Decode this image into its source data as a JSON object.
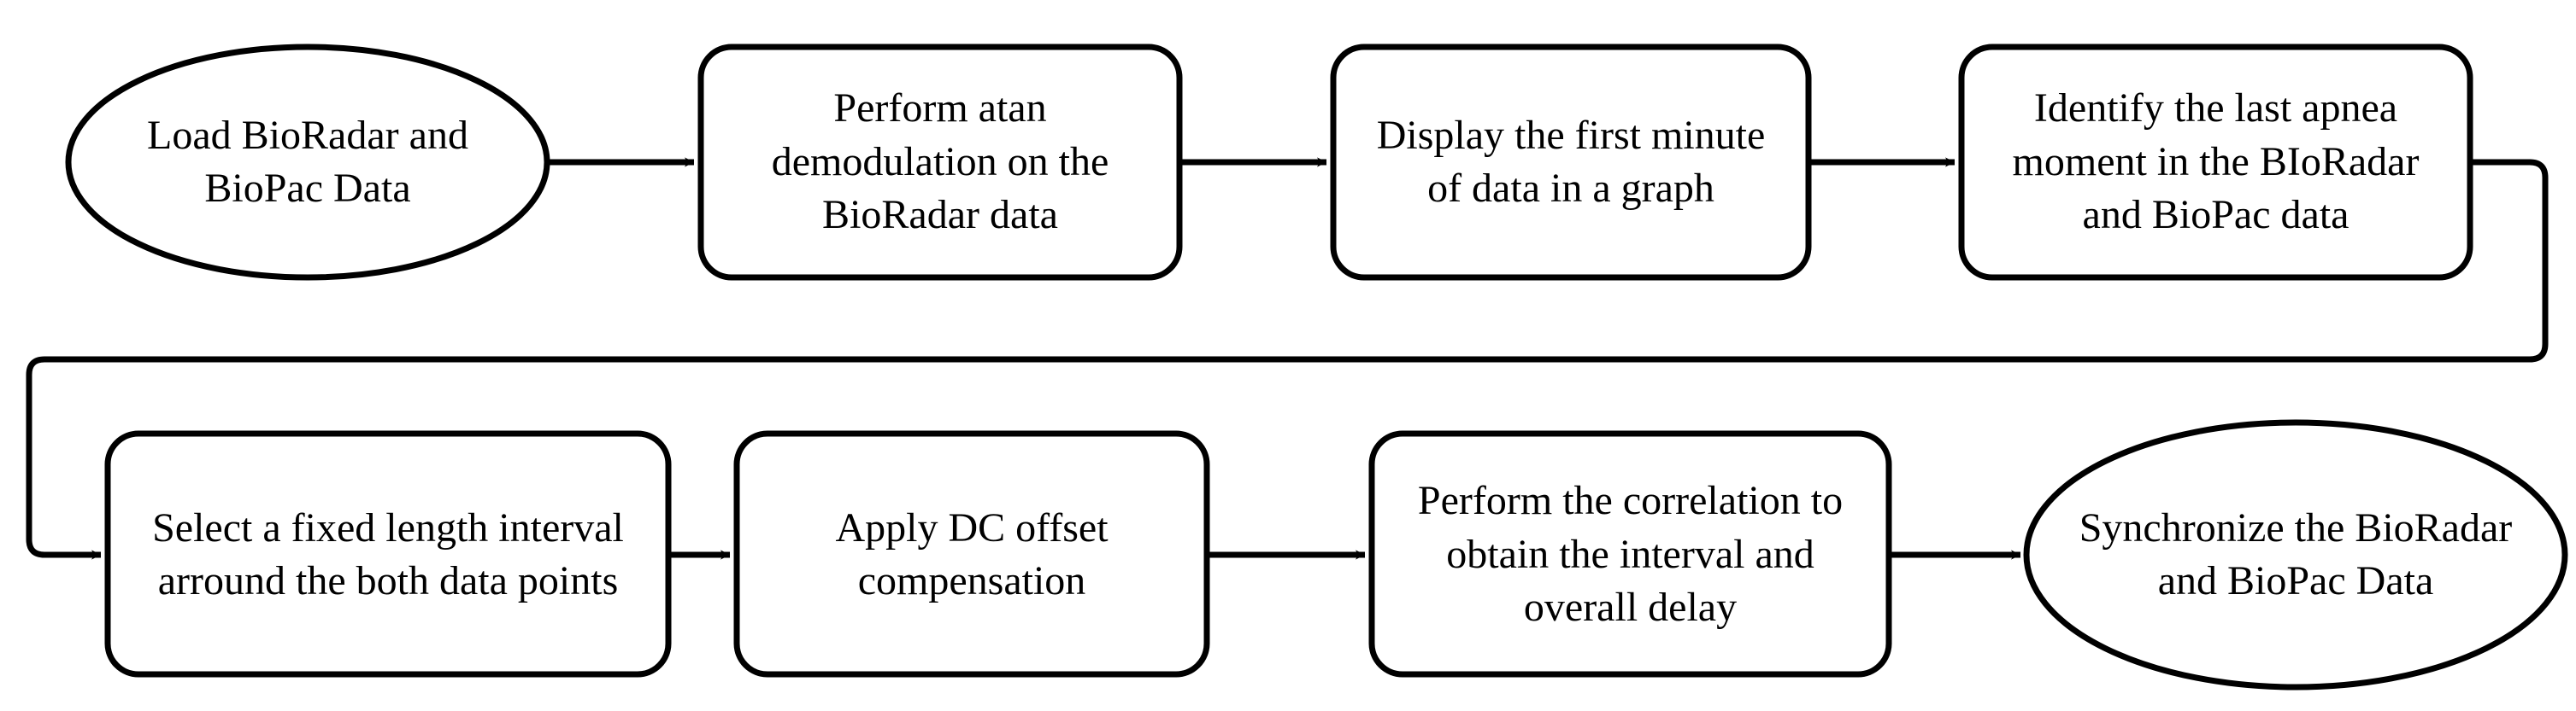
{
  "diagram": {
    "title": "BioRadar and BioPac synchronization flowchart",
    "type": "flowchart",
    "orientation": "left-to-right, two rows with wrap connector",
    "background_color": "#ffffff",
    "stroke_color": "#000000",
    "text_color": "#000000",
    "nodes": [
      {
        "id": "n1",
        "shape": "ellipse",
        "row": 1,
        "order": 1,
        "label": "Load BioRadar and\nBioPac Data",
        "line1": "Load BioRadar and",
        "line2": "BioPac Data"
      },
      {
        "id": "n2",
        "shape": "rounded-rect",
        "row": 1,
        "order": 2,
        "label": "Perform atan\ndemodulation on the\nBioRadar data",
        "line1": "Perform atan",
        "line2": "demodulation on the",
        "line3": "BioRadar data"
      },
      {
        "id": "n3",
        "shape": "rounded-rect",
        "row": 1,
        "order": 3,
        "label": "Display the first minute\nof data in a graph",
        "line1": "Display the first minute",
        "line2": "of data in a graph"
      },
      {
        "id": "n4",
        "shape": "rounded-rect",
        "row": 1,
        "order": 4,
        "label": "Identify the last apnea\nmoment in the BIoRadar\nand BioPac data",
        "line1": "Identify the last apnea",
        "line2": "moment in the BIoRadar",
        "line3": "and BioPac data"
      },
      {
        "id": "n5",
        "shape": "rounded-rect",
        "row": 2,
        "order": 1,
        "label": "Select a fixed length interval\narround the both data points",
        "line1": "Select a fixed length interval",
        "line2": "arround the both data points"
      },
      {
        "id": "n6",
        "shape": "rounded-rect",
        "row": 2,
        "order": 2,
        "label": "Apply DC offset\ncompensation",
        "line1": "Apply DC offset",
        "line2": "compensation"
      },
      {
        "id": "n7",
        "shape": "rounded-rect",
        "row": 2,
        "order": 3,
        "label": "Perform the correlation to\nobtain the interval and\noverall delay",
        "line1": "Perform the correlation to",
        "line2": "obtain the interval and",
        "line3": "overall delay"
      },
      {
        "id": "n8",
        "shape": "ellipse",
        "row": 2,
        "order": 4,
        "label": "Synchronize the BioRadar\nand BioPac Data",
        "line1": "Synchronize the BioRadar",
        "line2": "and BioPac Data"
      }
    ],
    "edges": [
      {
        "id": "e1",
        "from": "n1",
        "to": "n2",
        "style": "straight-arrow"
      },
      {
        "id": "e2",
        "from": "n2",
        "to": "n3",
        "style": "straight-arrow"
      },
      {
        "id": "e3",
        "from": "n3",
        "to": "n4",
        "style": "straight-arrow"
      },
      {
        "id": "e4",
        "from": "n4",
        "to": "n5",
        "style": "wrap-around-arrow"
      },
      {
        "id": "e5",
        "from": "n5",
        "to": "n6",
        "style": "straight-arrow"
      },
      {
        "id": "e6",
        "from": "n6",
        "to": "n7",
        "style": "straight-arrow"
      },
      {
        "id": "e7",
        "from": "n7",
        "to": "n8",
        "style": "straight-arrow"
      }
    ]
  }
}
